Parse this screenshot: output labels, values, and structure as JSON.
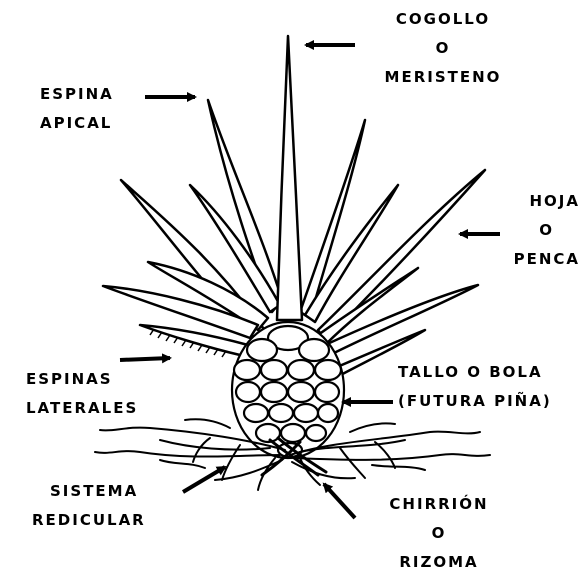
{
  "labels": {
    "cogollo": [
      "COGOLLO",
      "O",
      "MERISTENO"
    ],
    "espina_apical": [
      "ESPINA",
      "APICAL"
    ],
    "hoja": [
      "HOJA",
      "O",
      "PENCA"
    ],
    "espinas_laterales": [
      "ESPINAS",
      "LATERALES"
    ],
    "tallo": [
      "TALLO O BOLA",
      "(FUTURA PIÑA)"
    ],
    "sistema": [
      "SISTEMA",
      "REDICULAR"
    ],
    "chirrion": [
      "CHIRRIÓN",
      "O",
      "RIZOMA"
    ]
  },
  "colors": {
    "ink": "#000000",
    "background": "#ffffff"
  }
}
